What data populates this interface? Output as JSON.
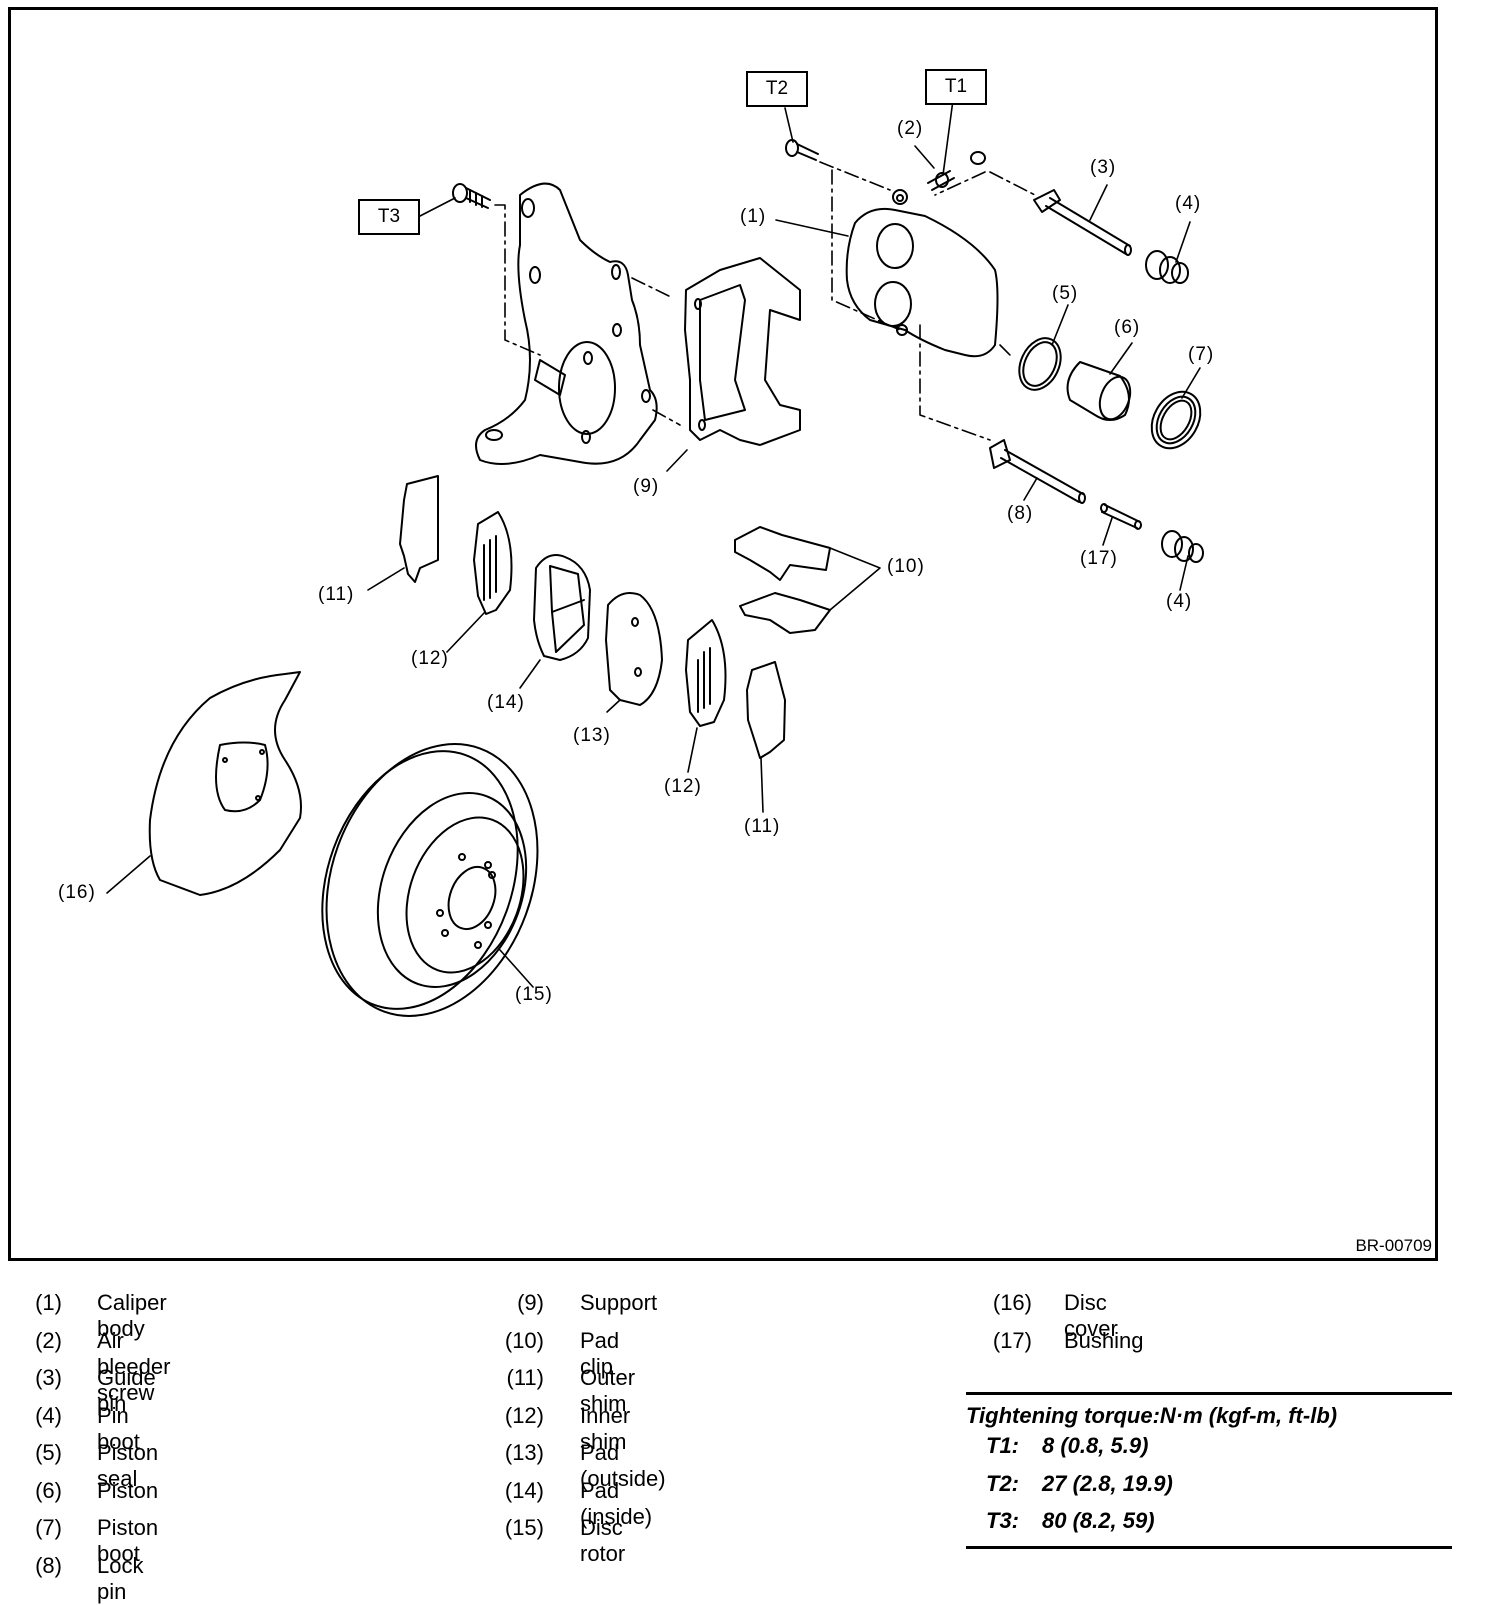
{
  "figure": {
    "id": "BR-00709",
    "torque_boxes": [
      {
        "key": "T1",
        "label": "T1"
      },
      {
        "key": "T2",
        "label": "T2"
      },
      {
        "key": "T3",
        "label": "T3"
      }
    ],
    "callouts": [
      {
        "num": "1",
        "text": "(1)"
      },
      {
        "num": "2",
        "text": "(2)"
      },
      {
        "num": "3",
        "text": "(3)"
      },
      {
        "num": "4a",
        "text": "(4)"
      },
      {
        "num": "4b",
        "text": "(4)"
      },
      {
        "num": "5",
        "text": "(5)"
      },
      {
        "num": "6",
        "text": "(6)"
      },
      {
        "num": "7",
        "text": "(7)"
      },
      {
        "num": "8",
        "text": "(8)"
      },
      {
        "num": "9",
        "text": "(9)"
      },
      {
        "num": "10",
        "text": "(10)"
      },
      {
        "num": "11a",
        "text": "(11)"
      },
      {
        "num": "11b",
        "text": "(11)"
      },
      {
        "num": "12a",
        "text": "(12)"
      },
      {
        "num": "12b",
        "text": "(12)"
      },
      {
        "num": "13",
        "text": "(13)"
      },
      {
        "num": "14",
        "text": "(14)"
      },
      {
        "num": "15",
        "text": "(15)"
      },
      {
        "num": "16",
        "text": "(16)"
      },
      {
        "num": "17",
        "text": "(17)"
      }
    ]
  },
  "legend": {
    "columns": [
      [
        {
          "num": "(1)",
          "label": "Caliper body"
        },
        {
          "num": "(2)",
          "label": "Air bleeder screw"
        },
        {
          "num": "(3)",
          "label": "Guide pin"
        },
        {
          "num": "(4)",
          "label": "Pin boot"
        },
        {
          "num": "(5)",
          "label": "Piston seal"
        },
        {
          "num": "(6)",
          "label": "Piston"
        },
        {
          "num": "(7)",
          "label": "Piston boot"
        },
        {
          "num": "(8)",
          "label": "Lock pin"
        }
      ],
      [
        {
          "num": "(9)",
          "label": "Support"
        },
        {
          "num": "(10)",
          "label": "Pad clip"
        },
        {
          "num": "(11)",
          "label": "Outer shim"
        },
        {
          "num": "(12)",
          "label": "Inner shim"
        },
        {
          "num": "(13)",
          "label": "Pad (outside)"
        },
        {
          "num": "(14)",
          "label": "Pad (inside)"
        },
        {
          "num": "(15)",
          "label": "Disc rotor"
        }
      ],
      [
        {
          "num": "(16)",
          "label": "Disc cover"
        },
        {
          "num": "(17)",
          "label": "Bushing"
        }
      ]
    ]
  },
  "torque": {
    "title": "Tightening torque:N·m (kgf-m, ft-lb)",
    "rows": [
      {
        "key": "T1:",
        "value": "8 (0.8, 5.9)"
      },
      {
        "key": "T2:",
        "value": "27 (2.8, 19.9)"
      },
      {
        "key": "T3:",
        "value": "80 (8.2, 59)"
      }
    ]
  }
}
